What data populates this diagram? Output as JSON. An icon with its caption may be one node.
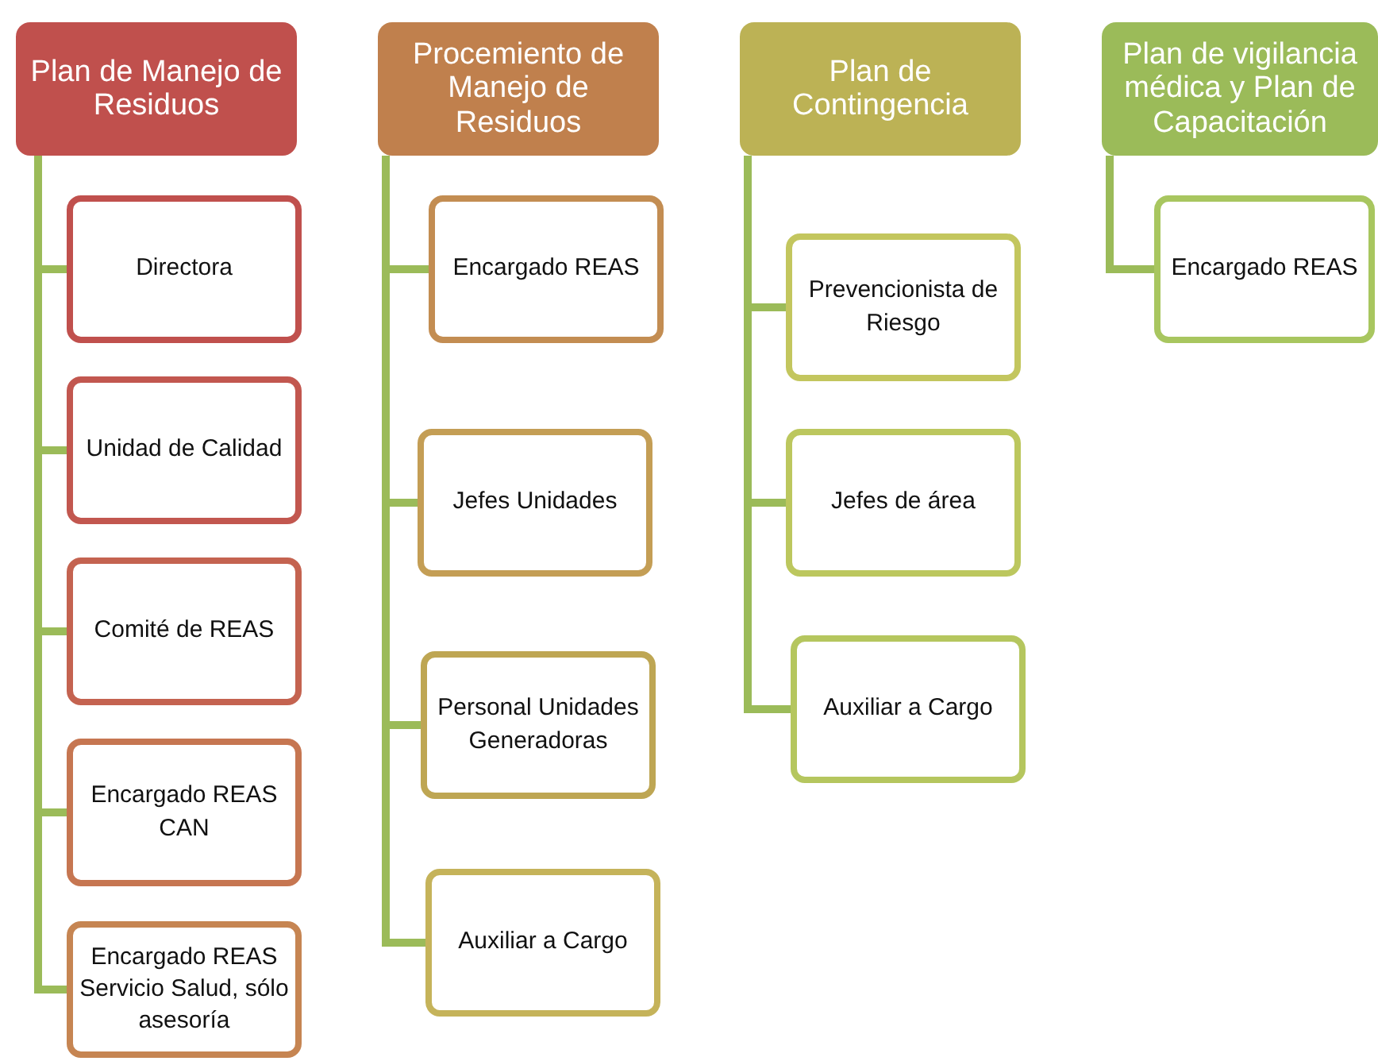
{
  "diagram": {
    "nodes": [
      {
        "text": [
          "Plan de Manejo de Residuos"
        ]
      },
      {
        "text": [
          "Procemiento de Manejo de Residuos"
        ]
      },
      {
        "text": [
          "Plan de Contingencia"
        ]
      },
      {
        "text": [
          "Plan de vigilancia médica  y Plan de Capacitación"
        ]
      },
      {
        "text": [
          "Directora"
        ]
      },
      {
        "text": [
          "Unidad de Calidad"
        ]
      },
      {
        "text": [
          "Comité de REAS"
        ]
      },
      {
        "text": [
          "Encargado REAS CAN"
        ]
      },
      {
        "text": [
          "Encargado REAS Servicio Salud, sólo asesoría"
        ]
      },
      {
        "text": [
          "Encargado REAS"
        ]
      },
      {
        "text": [
          "Jefes Unidades"
        ]
      },
      {
        "text": [
          "Personal Unidades Generadoras"
        ]
      },
      {
        "text": [
          "Auxiliar a Cargo"
        ]
      },
      {
        "text": [
          "Prevencionista de Riesgo"
        ]
      },
      {
        "text": [
          "Jefes de área"
        ]
      },
      {
        "text": [
          "Auxiliar a Cargo"
        ]
      },
      {
        "text": [
          "Encargado REAS"
        ]
      }
    ],
    "edges": [
      {
        "from": 0,
        "to": 4,
        "arrow": "none"
      },
      {
        "from": 0,
        "to": 5,
        "arrow": "none"
      },
      {
        "from": 0,
        "to": 6,
        "arrow": "none"
      },
      {
        "from": 0,
        "to": 7,
        "arrow": "none"
      },
      {
        "from": 0,
        "to": 8,
        "arrow": "none"
      },
      {
        "from": 1,
        "to": 9,
        "arrow": "none"
      },
      {
        "from": 1,
        "to": 10,
        "arrow": "none"
      },
      {
        "from": 1,
        "to": 11,
        "arrow": "none"
      },
      {
        "from": 1,
        "to": 12,
        "arrow": "none"
      },
      {
        "from": 2,
        "to": 13,
        "arrow": "none"
      },
      {
        "from": 2,
        "to": 14,
        "arrow": "none"
      },
      {
        "from": 2,
        "to": 15,
        "arrow": "none"
      },
      {
        "from": 3,
        "to": 16,
        "arrow": "none"
      }
    ]
  }
}
